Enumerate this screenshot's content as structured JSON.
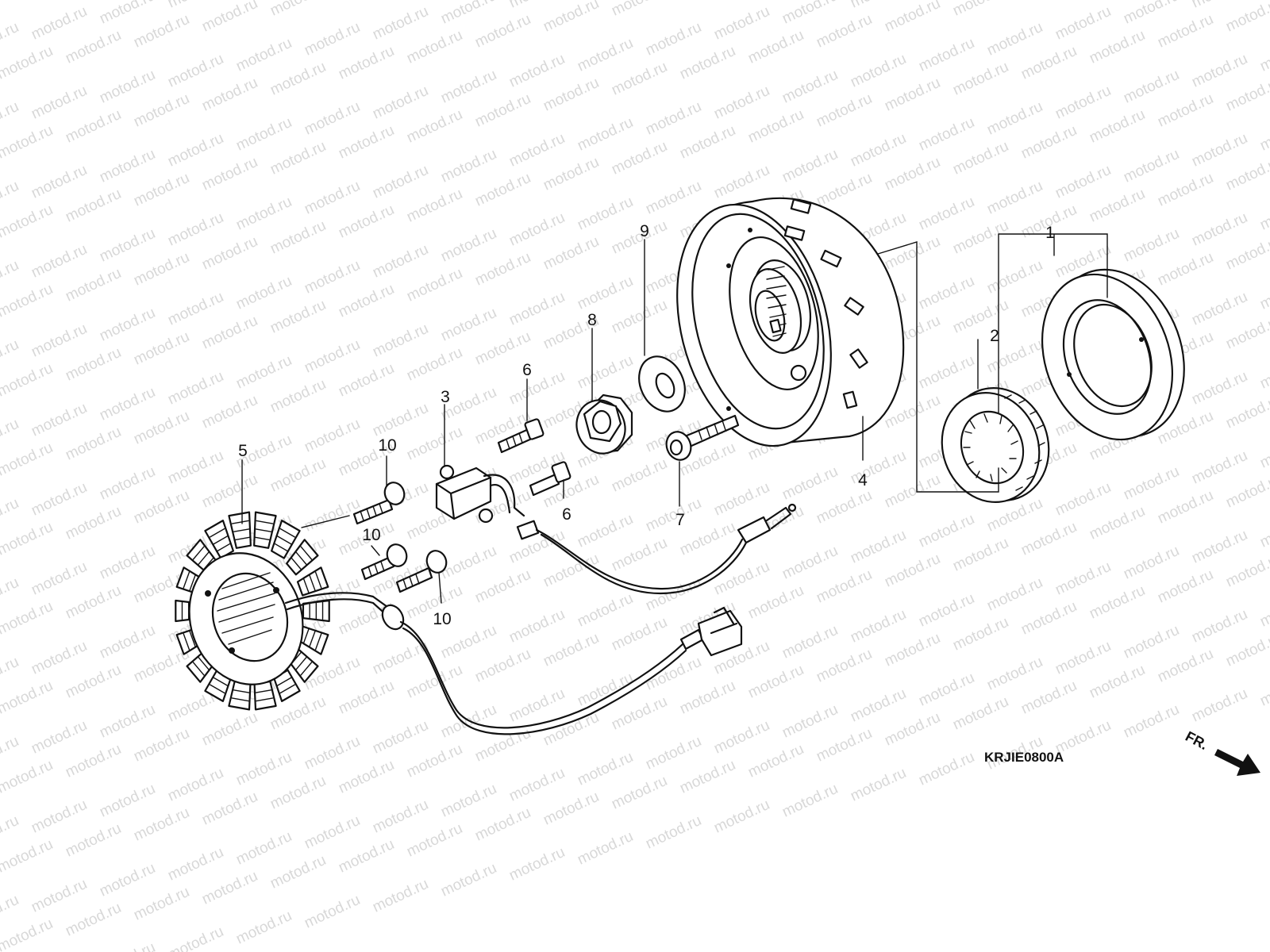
{
  "watermark": {
    "text": "motod.ru"
  },
  "diagram_code": "KRJIE0800A",
  "direction_label": "FR.",
  "callouts": [
    {
      "id": "1",
      "text": "1"
    },
    {
      "id": "2",
      "text": "2"
    },
    {
      "id": "3",
      "text": "3"
    },
    {
      "id": "4",
      "text": "4"
    },
    {
      "id": "5",
      "text": "5"
    },
    {
      "id": "6a",
      "text": "6"
    },
    {
      "id": "6b",
      "text": "6"
    },
    {
      "id": "7",
      "text": "7"
    },
    {
      "id": "8",
      "text": "8"
    },
    {
      "id": "9",
      "text": "9"
    },
    {
      "id": "10a",
      "text": "10"
    },
    {
      "id": "10b",
      "text": "10"
    },
    {
      "id": "10c",
      "text": "10"
    }
  ],
  "colors": {
    "line": "#111111",
    "watermark": "#d8d8d8",
    "background": "#ffffff"
  }
}
